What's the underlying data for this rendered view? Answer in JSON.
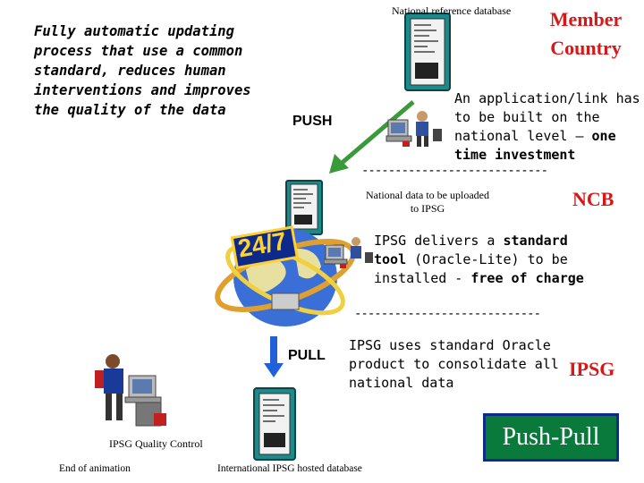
{
  "intro_text": "Fully automatic updating\nprocess that use a common\nstandard, reduces human\ninterventions and improves\nthe quality of the data",
  "top_db_label": "National reference database",
  "member_country": "Member\nCountry",
  "push_label": "PUSH",
  "application_text": "An application/link has to be built on the national level – ",
  "application_emph": "one time investment",
  "dashes_1": "----------------------------",
  "national_upload": "National data to be uploaded\nto IPSG",
  "ncb": "NCB",
  "globe_badge": "24/7",
  "ipsg_delivers_1": "IPSG delivers a ",
  "ipsg_delivers_tool": "standard tool",
  "ipsg_delivers_2": " (Oracle-Lite) to be installed  - ",
  "ipsg_delivers_free": "free of charge",
  "dashes_2": "----------------------------",
  "pull_label": "PULL",
  "ipsg_uses": "IPSG uses standard Oracle product to consolidate all national data",
  "ipsg": "IPSG",
  "quality_control": "IPSG Quality Control",
  "push_pull": "Push-Pull",
  "end_animation": "End of animation",
  "hosted_db": "International IPSG hosted database",
  "colors": {
    "red": "#d81818",
    "green_box": "#0a7a3c",
    "arrow_blue": "#2060d8",
    "arrow_green": "#3a9a3a"
  }
}
